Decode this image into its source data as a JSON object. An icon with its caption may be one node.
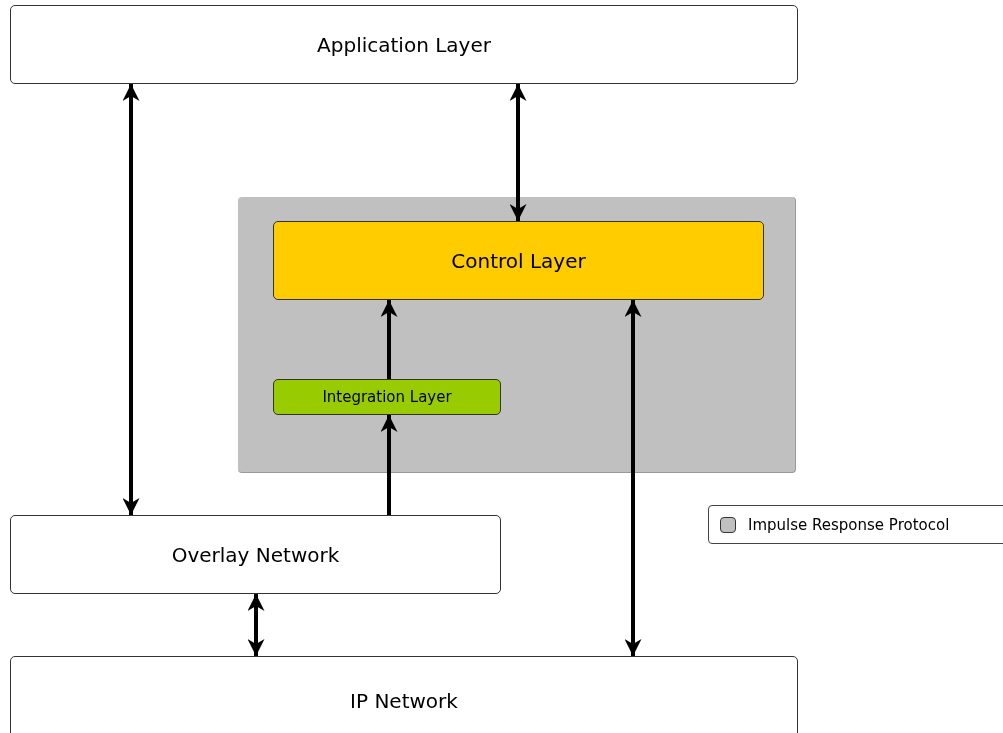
{
  "diagram": {
    "nodes": [
      {
        "text": [
          "Application Layer"
        ]
      },
      {
        "text": [],
        "shape": "box"
      },
      {
        "text": [
          "Control Layer"
        ],
        "in": 1
      },
      {
        "text": [
          "Integration Layer"
        ],
        "in": 1
      },
      {
        "text": [
          "Overlay Network"
        ]
      },
      {
        "text": [
          "IP Network"
        ]
      }
    ],
    "edges": [
      {
        "from": 0,
        "to": 4,
        "arrow": "both"
      },
      {
        "from": 0,
        "to": 2,
        "arrow": "both"
      },
      {
        "from": 3,
        "to": 2,
        "arrow": "to"
      },
      {
        "from": 4,
        "to": 3,
        "arrow": "to"
      },
      {
        "from": 4,
        "to": 5,
        "arrow": "both"
      },
      {
        "from": 2,
        "to": 5,
        "arrow": "both"
      }
    ],
    "legend": [
      {
        "text": "Impulse Response Protocol",
        "color": "#c0c0c0"
      }
    ]
  }
}
